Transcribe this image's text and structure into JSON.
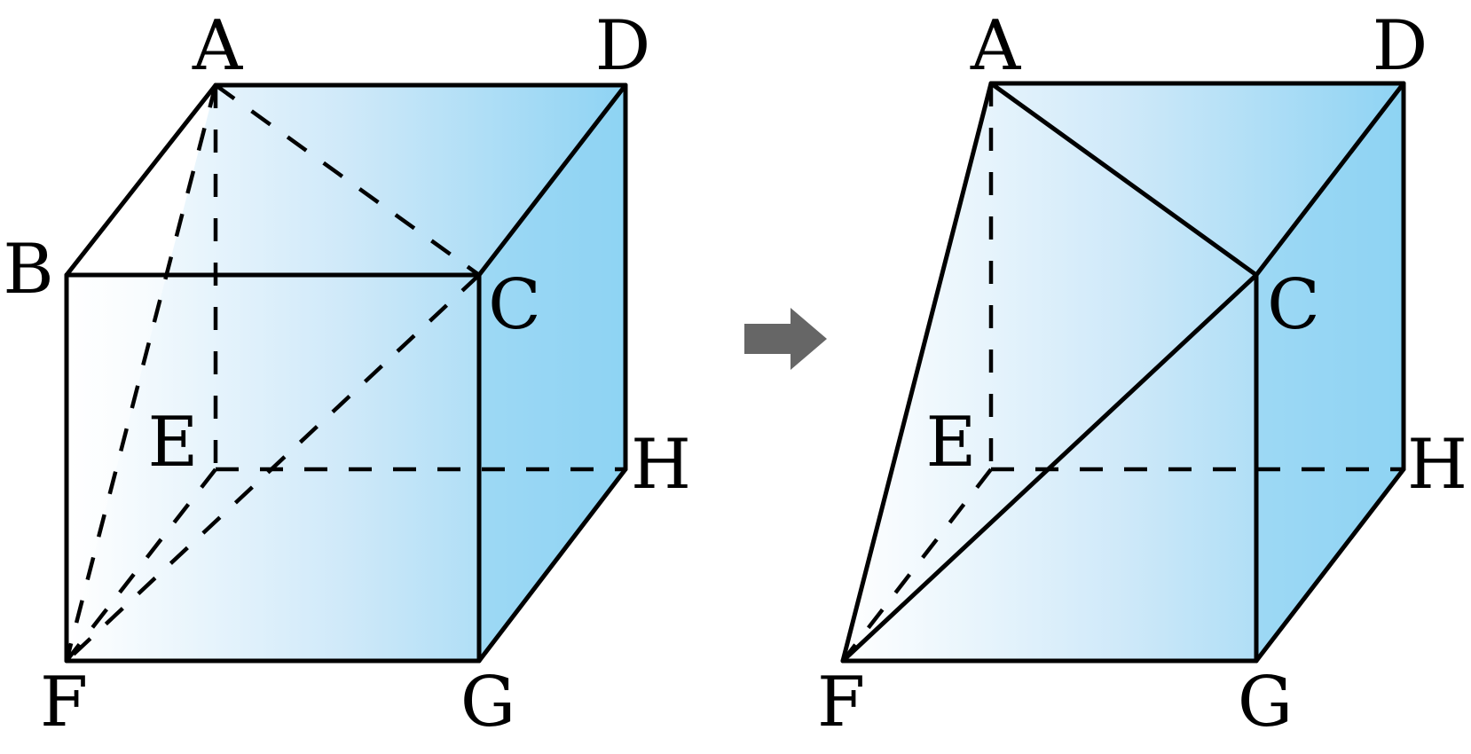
{
  "colors": {
    "face_light": "#ffffff",
    "face_mid": "#d3ecfa",
    "face_dark": "#8ed3f3",
    "edge": "#000000",
    "arrow": "#666666"
  },
  "vertices": {
    "A": "A",
    "B": "B",
    "C": "C",
    "D": "D",
    "E": "E",
    "F": "F",
    "G": "G",
    "H": "H"
  },
  "right_vertices": {
    "A": "A",
    "C": "C",
    "D": "D",
    "E": "E",
    "F": "F",
    "G": "G",
    "H": "H"
  },
  "arrow_icon": "right-arrow-icon"
}
